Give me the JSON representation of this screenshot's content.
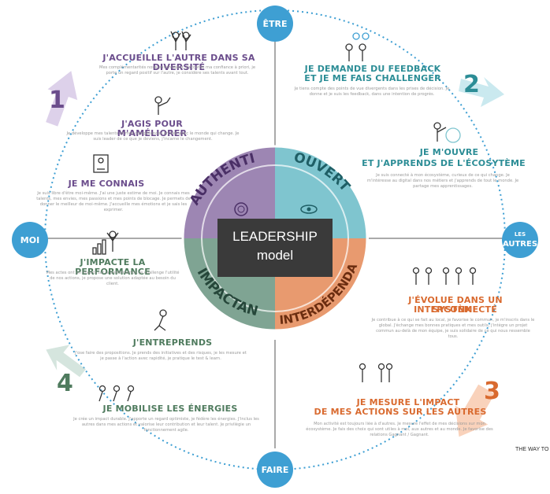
{
  "colors": {
    "authentique": "#9d86b3",
    "ouvert": "#7fc5cf",
    "impactant": "#7fa493",
    "interdependant": "#e89a6f",
    "node": "#3e9fd3",
    "purple": "#6b4d8c",
    "teal": "#2c8d96",
    "green": "#4f7b5e",
    "orange": "#d96a2f"
  },
  "nodes": {
    "top": "ÊTRE",
    "left": "MOI",
    "right_1": "LES",
    "right_2": "AUTRES",
    "bottom": "FAIRE"
  },
  "center": {
    "line1": "LEADERSHIP",
    "line2": "model"
  },
  "quadrants": {
    "authentique": "AUTHENTIQUE",
    "ouvert": "OUVERT",
    "impactant": "IMPACTANT",
    "interdependant": "INTERDÉPENDANT"
  },
  "numbers": {
    "n1": "1",
    "n2": "2",
    "n3": "3",
    "n4": "4"
  },
  "topleft": {
    "h1": "J'ACCUEILLE L'AUTRE DANS SA DIVERSITÉ",
    "h2": "J'AGIS POUR M'AMÉLIORER",
    "h3": "JE ME CONNAIS"
  },
  "topright": {
    "h1a": "JE DEMANDE DU FEEDBACK",
    "h1b": "ET JE ME FAIS CHALLENGER",
    "h2a": "JE M'OUVRE",
    "h2b": "ET J'APPRENDS DE L'ÉCOSYTÈME"
  },
  "bottomleft": {
    "h1": "J'IMPACTE LA PERFORMANCE",
    "h2": "J'ENTREPRENDS",
    "h3": "JE MOBILISE LES ÉNERGIES"
  },
  "bottomright": {
    "h1a": "J'ÉVOLUE DANS UN SYSTÈME",
    "h1b": "INTERCONNECTÉ",
    "h2a": "JE MESURE L'IMPACT",
    "h2b": "DE MES ACTIONS SUR LES AUTRES"
  },
  "small": {
    "s1": "Mes complémentarités nous enrichissent. J'accorde ma confiance à priori, je porte un regard positif sur l'autre, je considère ses talents avant tout.",
    "s2": "Je développe mes talents et mes compétences en lien avec le monde qui change. Je suis leader de ce que je deviens, j'incarne le changement.",
    "s3": "Je suis libre d'être moi-même. J'ai une juste estime de moi. Je connais mes talents, mes envies, mes passions et mes points de blocage. Je permets de donner le meilleur de moi-même. J'accueille mes émotions et je sais les exprimer.",
    "s4": "Je tiens compte des points de vue divergents dans les prises de décision. Je donne et je suis les feedback, dans une intention de progrès.",
    "s5": "Je suis connecté à mon écosystème, curieux de ce qui change. Je m'intéresse au digital dans nos métiers et j'apprends de tout le monde. Je partage mes apprentissages.",
    "s6": "Mes actes ont un impact sur la performance. Je challenge l'utilité de nos actions, je propose une solution adaptée au besoin du client.",
    "s7": "J'ose faire des propositions. Je prends des initiatives et des risques, je les mesure et je passe à l'action avec rapidité, je pratique le test & learn.",
    "s8": "Je crée un impact durable. J'apporte un regard optimiste, je fédère les énergies. J'inclus les autres dans mes actions et valorise leur contribution et leur talent. Je privilégie un fonctionnement agile.",
    "s9": "Je contribue à ce qui se fait au local, je favorise le commun, je m'inscris dans le global. J'échange mes bonnes pratiques et mes outils, j'intègre un projet commun au-delà de mon équipe, je suis solidaire de ce qui nous ressemble tous.",
    "s10": "Mon activité est toujours liée à d'autres. Je mesure l'effet de mes décisions sur mon écosystème. Je fais des choix qui sont utiles à moi, aux autres et au monde. Je favorise des relations Gagnant / Gagnant."
  },
  "side": {
    "text": "THE WAY TO"
  }
}
